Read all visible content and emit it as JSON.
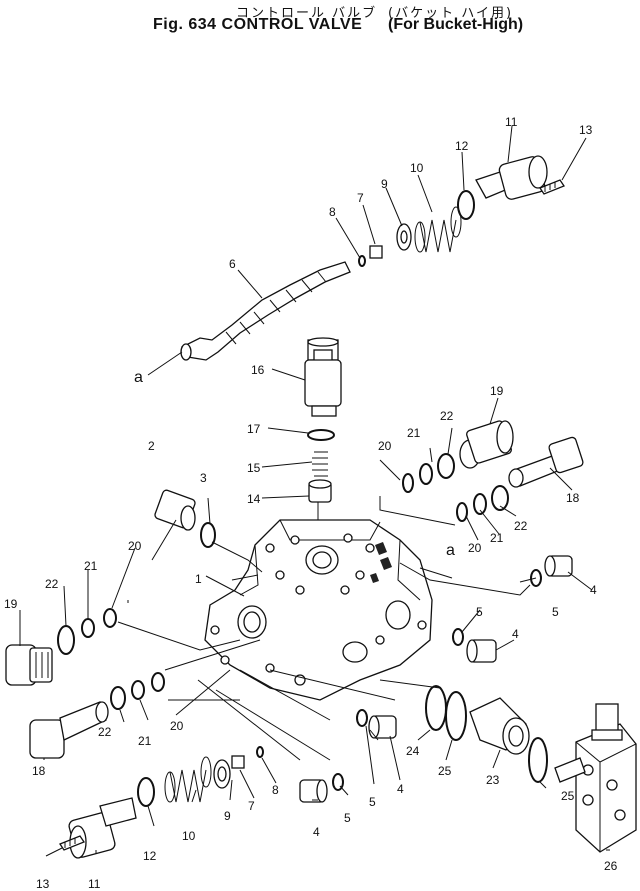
{
  "title": {
    "jp_line1": "コントロール バルブ",
    "figure": "Fig. 634",
    "name": "CONTROL VALVE",
    "jp_line2": "(バケット  ハイ用)",
    "variant": "(For Bucket-High)"
  },
  "callouts": {
    "n1": "1",
    "n2": "2",
    "n3": "3",
    "n4a": "4",
    "n4b": "4",
    "n4c": "4",
    "n4d": "4",
    "n5a": "5",
    "n5b": "5",
    "n5c": "5",
    "n5d": "5",
    "n6": "6",
    "n7a": "7",
    "n7b": "7",
    "n8a": "8",
    "n8b": "8",
    "n9a": "9",
    "n9b": "9",
    "n10a": "10",
    "n10b": "10",
    "n11a": "11",
    "n11b": "11",
    "n12a": "12",
    "n12b": "12",
    "n13a": "13",
    "n13b": "13",
    "n14": "14",
    "n15": "15",
    "n16": "16",
    "n17": "17",
    "n18a": "18",
    "n18b": "18",
    "n19a": "19",
    "n19b": "19",
    "n20a": "20",
    "n20b": "20",
    "n20c": "20",
    "n20d": "20",
    "n21a": "21",
    "n21b": "21",
    "n21c": "21",
    "n21d": "21",
    "n22a": "22",
    "n22b": "22",
    "n22c": "22",
    "n22d": "22",
    "n23": "23",
    "n24": "24",
    "n25a": "25",
    "n25b": "25",
    "n26": "26",
    "ref_a1": "a",
    "ref_a2": "a"
  }
}
